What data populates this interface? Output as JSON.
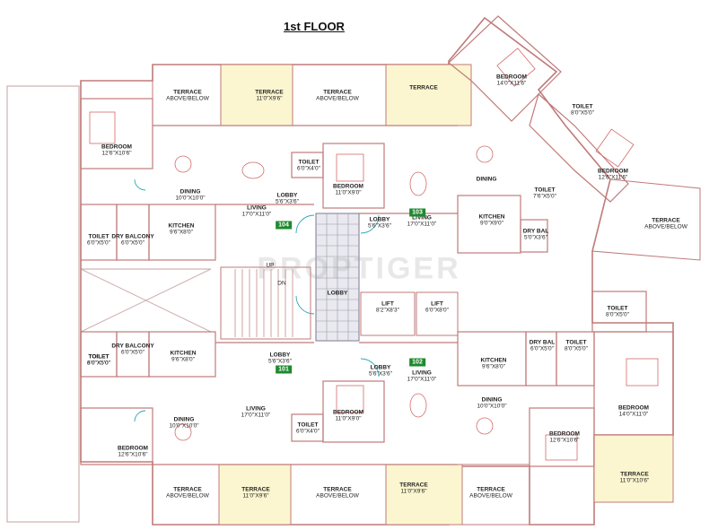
{
  "title": "1st FLOOR",
  "watermark": "PROPTIGER",
  "units": [
    "104",
    "103",
    "101",
    "102"
  ],
  "rooms": [
    {
      "name": "TERRACE",
      "dim": "ABOVE/BELOW"
    },
    {
      "name": "TERRACE",
      "dim": "11'0\"X9'6\""
    },
    {
      "name": "TERRACE",
      "dim": "ABOVE/BELOW"
    },
    {
      "name": "TERRACE",
      "dim": ""
    },
    {
      "name": "BEDROOM",
      "dim": "14'0\"X11'6\""
    },
    {
      "name": "TOILET",
      "dim": "8'0\"X5'0\""
    },
    {
      "name": "BEDROOM",
      "dim": "12'6\"X10'6\""
    },
    {
      "name": "TOILET",
      "dim": "6'0\"X4'0\""
    },
    {
      "name": "DINING",
      "dim": "10'0\"X10'0\""
    },
    {
      "name": "LIVING",
      "dim": "17'0\"X11'0\""
    },
    {
      "name": "LOBBY",
      "dim": "5'6\"X3'6\""
    },
    {
      "name": "BEDROOM",
      "dim": "11'0\"X9'0\""
    },
    {
      "name": "DINING",
      "dim": ""
    },
    {
      "name": "BEDROOM",
      "dim": "12'6\"X11'6\""
    },
    {
      "name": "TOILET",
      "dim": "7'6\"X5'0\""
    },
    {
      "name": "TOILET",
      "dim": "6'0\"X5'0\""
    },
    {
      "name": "DRY BALCONY",
      "dim": "6'0\"X5'0\""
    },
    {
      "name": "KITCHEN",
      "dim": "9'6\"X8'0\""
    },
    {
      "name": "LOBBY",
      "dim": "5'6\"X3'6\""
    },
    {
      "name": "LIVING",
      "dim": "17'0\"X11'0\""
    },
    {
      "name": "KITCHEN",
      "dim": "9'0\"X9'0\""
    },
    {
      "name": "DRY BAL",
      "dim": "5'0\"X3'6\""
    },
    {
      "name": "TERRACE",
      "dim": "ABOVE/BELOW"
    },
    {
      "name": "LOBBY",
      "dim": ""
    },
    {
      "name": "LIFT",
      "dim": "8'2\"X8'3\""
    },
    {
      "name": "LIFT",
      "dim": "6'0\"X8'0\""
    },
    {
      "name": "TOILET",
      "dim": "8'0\"X5'0\""
    },
    {
      "name": "TOILET",
      "dim": "6'0\"X5'0\""
    },
    {
      "name": "DRY BALCONY",
      "dim": "6'0\"X5'0\""
    },
    {
      "name": "KITCHEN",
      "dim": "9'6\"X8'0\""
    },
    {
      "name": "LOBBY",
      "dim": "5'6\"X3'6\""
    },
    {
      "name": "LOBBY",
      "dim": "5'6\"X3'6\""
    },
    {
      "name": "LIVING",
      "dim": "17'0\"X11'0\""
    },
    {
      "name": "KITCHEN",
      "dim": "9'6\"X8'0\""
    },
    {
      "name": "DRY BAL",
      "dim": "6'0\"X5'0\""
    },
    {
      "name": "TOILET",
      "dim": "8'0\"X5'0\""
    },
    {
      "name": "TOILET",
      "dim": "8'0\"X5'0\""
    },
    {
      "name": "DINING",
      "dim": "10'0\"X10'0\""
    },
    {
      "name": "BEDROOM",
      "dim": "14'0\"X11'0\""
    },
    {
      "name": "DINING",
      "dim": "10'0\"X10'0\""
    },
    {
      "name": "LIVING",
      "dim": "17'0\"X11'0\""
    },
    {
      "name": "BEDROOM",
      "dim": "11'0\"X9'0\""
    },
    {
      "name": "TOILET",
      "dim": "6'0\"X4'0\""
    },
    {
      "name": "BEDROOM",
      "dim": "12'6\"X10'6\""
    },
    {
      "name": "BEDROOM",
      "dim": "12'6\"X10'6\""
    },
    {
      "name": "TERRACE",
      "dim": "ABOVE/BELOW"
    },
    {
      "name": "TERRACE",
      "dim": "11'0\"X9'6\""
    },
    {
      "name": "TERRACE",
      "dim": "ABOVE/BELOW"
    },
    {
      "name": "TERRACE",
      "dim": "11'0\"X9'6\""
    },
    {
      "name": "TERRACE",
      "dim": "ABOVE/BELOW"
    },
    {
      "name": "TERRACE",
      "dim": "11'0\"X10'6\""
    }
  ],
  "stairs": {
    "up": "UP",
    "down": "DN"
  }
}
